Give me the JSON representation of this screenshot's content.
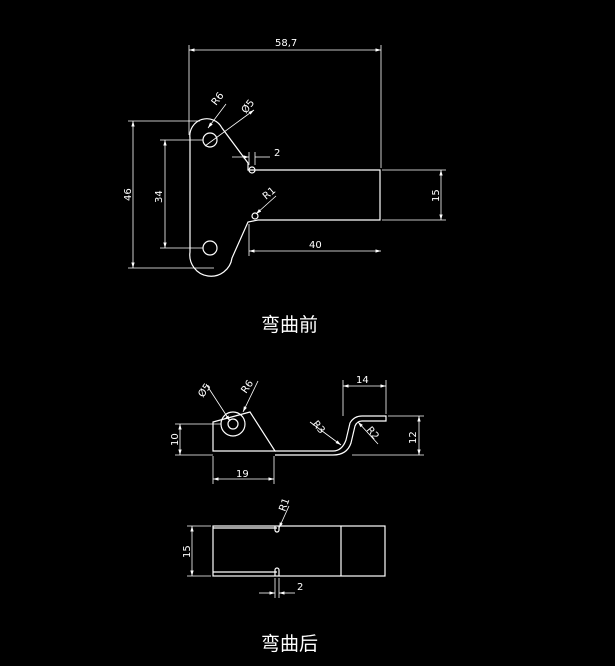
{
  "background": "#000000",
  "line_color": "#ffffff",
  "before_bending": {
    "caption": "弯曲前",
    "dims": {
      "width_total": "58,7",
      "hole_radius": "R6",
      "hole_diameter": "Ø5",
      "gap": "2",
      "slot_radius": "R1",
      "height_total": "46",
      "hole_spacing": "34",
      "tab_height": "15",
      "tab_length": "40"
    }
  },
  "after_bending": {
    "caption": "弯曲后",
    "side_view": {
      "hole_diameter": "Ø5",
      "hole_radius": "R6",
      "hole_height": "10",
      "base_length": "19",
      "top_flange": "14",
      "bend_radius_inner": "R3",
      "bend_radius_outer": "R2",
      "height": "12"
    },
    "top_view": {
      "slot_radius": "R1",
      "width": "15",
      "gap": "2"
    }
  }
}
